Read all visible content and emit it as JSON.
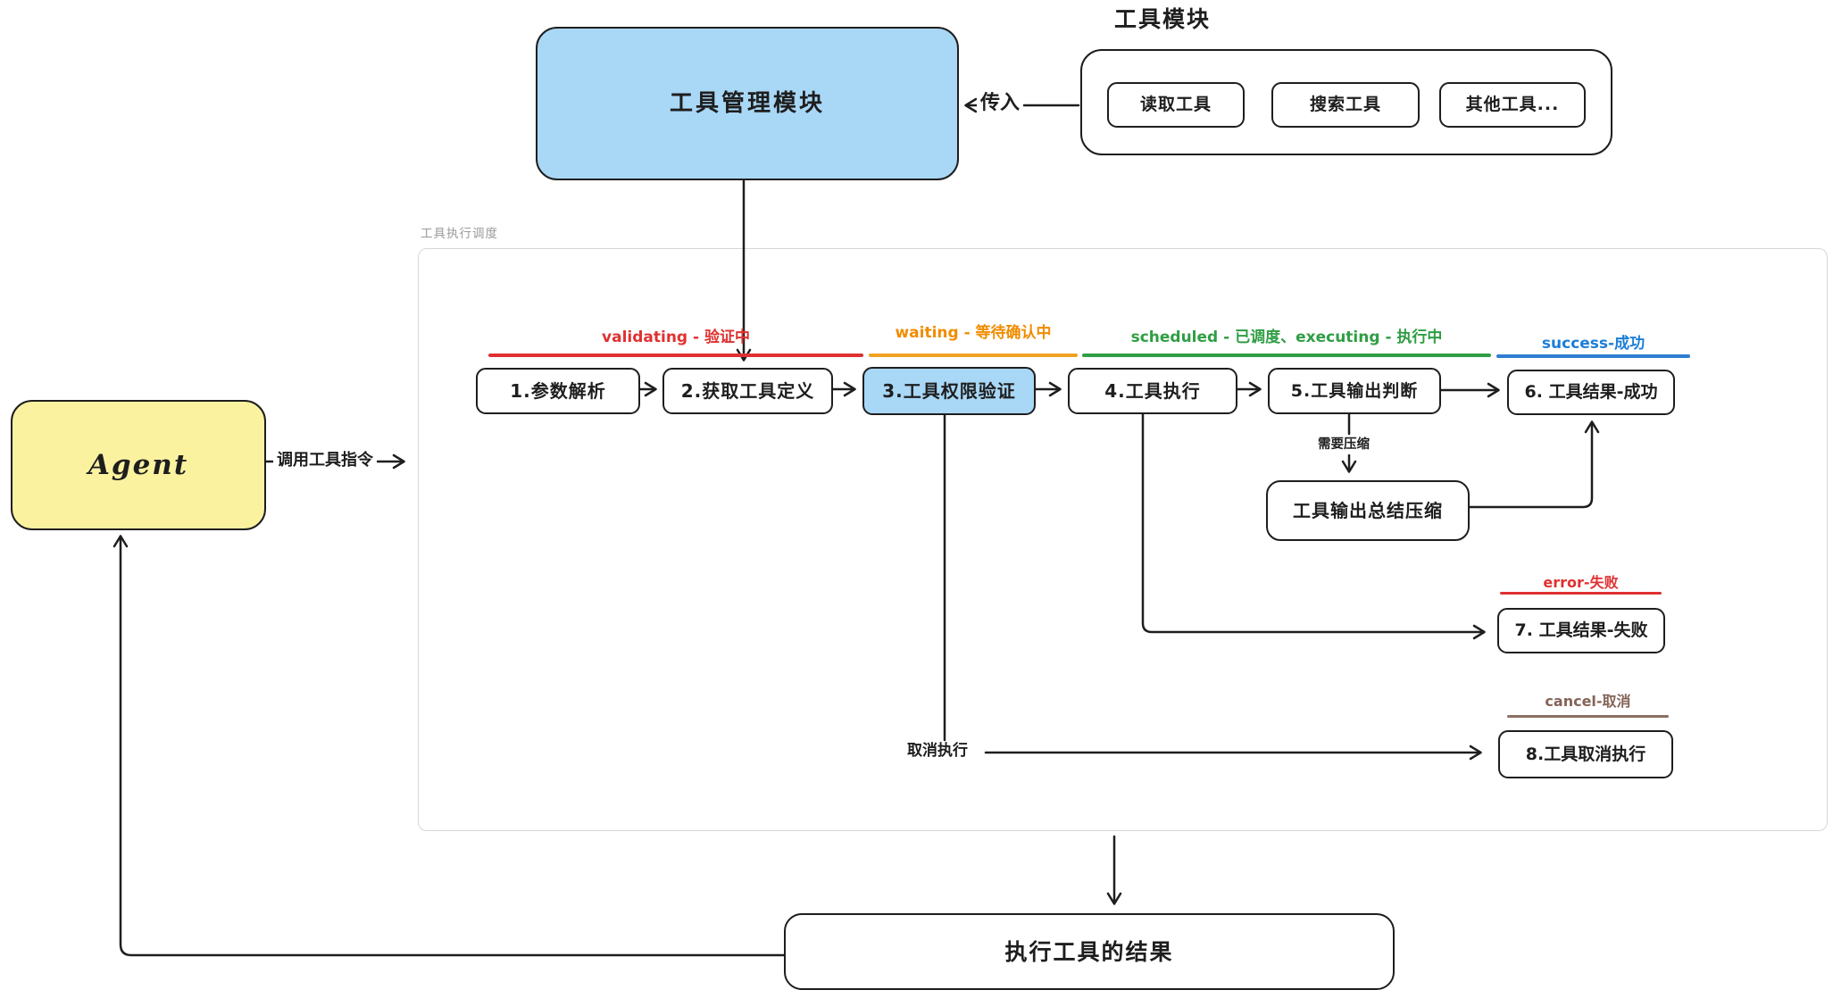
{
  "management_module": {
    "label": "工具管理模块"
  },
  "tools_module": {
    "title": "工具模块",
    "items": [
      "读取工具",
      "搜索工具",
      "其他工具..."
    ]
  },
  "agent": {
    "label": "Agent"
  },
  "edges": {
    "pass_in": "传入",
    "invoke_tool": "调用工具指令",
    "need_compress": "需要压缩",
    "cancel_exec": "取消执行"
  },
  "scheduler": {
    "label": "工具执行调度",
    "states": [
      {
        "label": "validating - 验证中",
        "color": "#e03131"
      },
      {
        "label": "waiting - 等待确认中",
        "color": "#f08c00"
      },
      {
        "label": "scheduled - 已调度、executing - 执行中",
        "color": "#2f9e44"
      },
      {
        "label": "success-成功",
        "color": "#1c7ed6"
      },
      {
        "label": "error-失败",
        "color": "#e03131"
      },
      {
        "label": "cancel-取消",
        "color": "#846358"
      }
    ],
    "steps": [
      {
        "label": "1.参数解析"
      },
      {
        "label": "2.获取工具定义"
      },
      {
        "label": "3.工具权限验证"
      },
      {
        "label": "4.工具执行"
      },
      {
        "label": "5.工具输出判断"
      },
      {
        "label": "6. 工具结果-成功"
      },
      {
        "label": "7. 工具结果-失败"
      },
      {
        "label": "8.工具取消执行"
      }
    ],
    "compress_box": {
      "label": "工具输出总结压缩"
    }
  },
  "result_box": {
    "label": "执行工具的结果"
  },
  "colors": {
    "stroke": "#1e1e1e",
    "node_blue": "#a9d7f6",
    "agent_yellow": "#fbf2a0",
    "validating_red": "#e03131",
    "waiting_orange": "#f08c00",
    "scheduled_green": "#2f9e44",
    "success_blue": "#1c7ed6",
    "cancel_brown": "#846358",
    "scheduler_border": "#d7d7d7",
    "scheduler_label": "#9a9a9a"
  }
}
